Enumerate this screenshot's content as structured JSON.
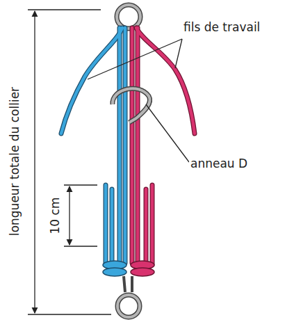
{
  "diagram": {
    "labels": [
      "longueur totale du collier",
      "fils de travail",
      "anneau D",
      "10 cm"
    ]
  }
}
